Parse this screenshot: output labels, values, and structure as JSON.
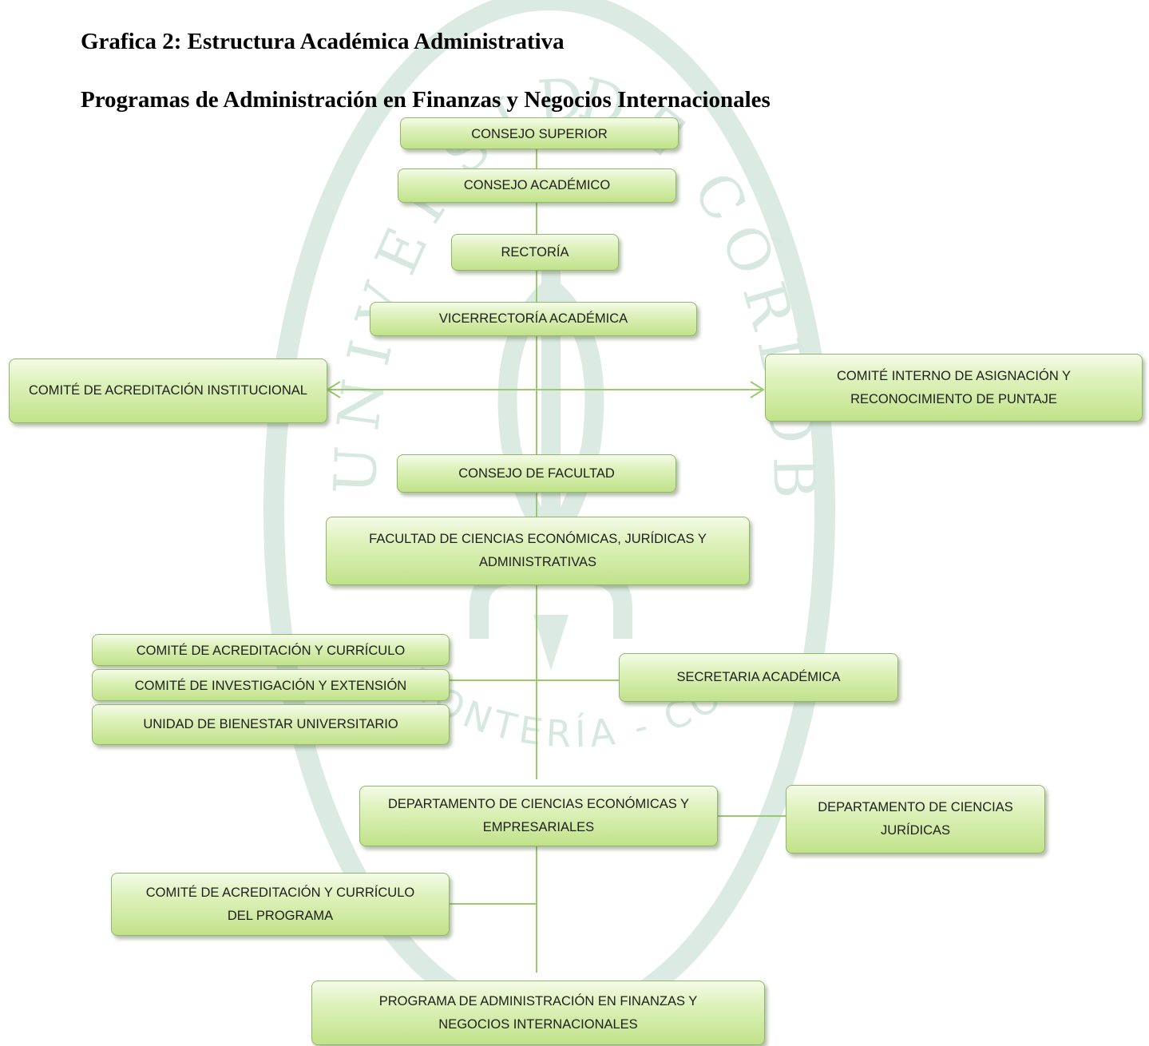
{
  "document": {
    "title": "Grafica 2: Estructura Académica Administrativa",
    "subtitle": "Programas de Administración en Finanzas y Negocios Internacionales"
  },
  "watermark": {
    "text_left": "UNIVERSIDAD",
    "text_right": "DE CÓRDOBA",
    "text_bottom": "MONTERÍA - COLOMBIA",
    "color": "#d7e8e1"
  },
  "colors": {
    "box_top": "#f4fbe8",
    "box_bottom": "#c1e28a",
    "box_border": "#8fb76a",
    "connector": "#9acb6b"
  },
  "nodes": {
    "consejo_superior": "CONSEJO SUPERIOR",
    "consejo_academico": "CONSEJO ACADÉMICO",
    "rectoria": "RECTORÍA",
    "vicerrectoria": "VICERRECTORÍA ACADÉMICA",
    "comite_acreditacion_institucional": "COMITÉ DE ACREDITACIÓN INSTITUCIONAL",
    "comite_interno": "COMITÉ INTERNO DE ASIGNACIÓN Y RECONOCIMIENTO DE PUNTAJE",
    "consejo_facultad": "CONSEJO DE FACULTAD",
    "facultad": "FACULTAD DE CIENCIAS ECONÓMICAS, JURÍDICAS Y ADMINISTRATIVAS",
    "comite_acreditacion_curriculo": "COMITÉ DE ACREDITACIÓN Y CURRÍCULO",
    "comite_investigacion": "COMITÉ DE INVESTIGACIÓN Y EXTENSIÓN",
    "unidad_bienestar": "UNIDAD DE BIENESTAR UNIVERSITARIO",
    "secretaria_academica": "SECRETARIA ACADÉMICA",
    "departamento_economicas": "DEPARTAMENTO DE CIENCIAS ECONÓMICAS Y EMPRESARIALES",
    "departamento_juridicas": "DEPARTAMENTO DE CIENCIAS JURÍDICAS",
    "comite_programa": "COMITÉ DE ACREDITACIÓN Y CURRÍCULO DEL PROGRAMA",
    "programa": "PROGRAMA DE ADMINISTRACIÓN EN FINANZAS Y NEGOCIOS INTERNACIONALES"
  }
}
